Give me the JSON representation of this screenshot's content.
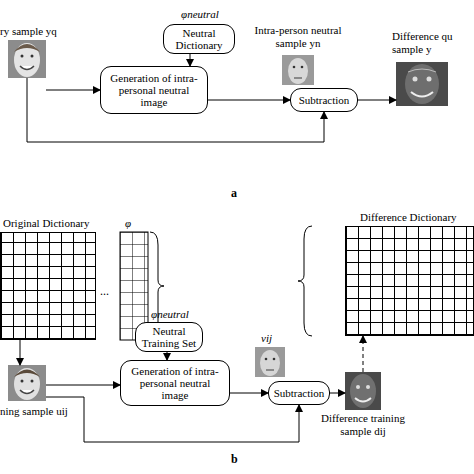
{
  "diagram": {
    "nodes": [
      {
        "text": [
          "ry sample yq"
        ]
      },
      {
        "text": [
          "φneutral",
          "Neutral Dictionary"
        ]
      },
      {
        "text": [
          "Generation of intra-personal neutral image"
        ]
      },
      {
        "text": [
          "Intra-person neutral sample yn"
        ]
      },
      {
        "text": [
          "Subtraction"
        ]
      },
      {
        "text": [
          "Difference qu sample y"
        ]
      },
      {
        "text": [
          "Original Dictionary",
          "φ"
        ]
      },
      {
        "text": [
          "ning sample uij"
        ]
      },
      {
        "text": [
          "φneutral",
          "Neutral Training Set"
        ]
      },
      {
        "text": [
          "Generation of intra-personal neutral image"
        ]
      },
      {
        "text": [
          "vij"
        ]
      },
      {
        "text": [
          "Subtraction"
        ]
      },
      {
        "text": [
          "Difference training sample dij"
        ]
      },
      {
        "text": [
          "Difference Dictionary"
        ]
      }
    ],
    "edges": [
      {
        "from": 1,
        "to": 2,
        "arrow": "to"
      },
      {
        "from": 0,
        "to": 2,
        "arrow": "to"
      },
      {
        "from": 2,
        "to": 4,
        "arrow": "to"
      },
      {
        "from": 0,
        "to": 4,
        "arrow": "to"
      },
      {
        "from": 4,
        "to": 5,
        "arrow": "to"
      },
      {
        "from": 6,
        "to": 7,
        "arrow": "to"
      },
      {
        "from": 7,
        "to": 9,
        "arrow": "to"
      },
      {
        "from": 8,
        "to": 9,
        "arrow": "to"
      },
      {
        "from": 9,
        "to": 11,
        "arrow": "to"
      },
      {
        "from": 7,
        "to": 11,
        "arrow": "to"
      },
      {
        "from": 11,
        "to": 12,
        "arrow": "to"
      },
      {
        "from": 12,
        "to": 13,
        "arrow": "to"
      }
    ],
    "labels": [
      "a",
      "b",
      "..."
    ]
  }
}
